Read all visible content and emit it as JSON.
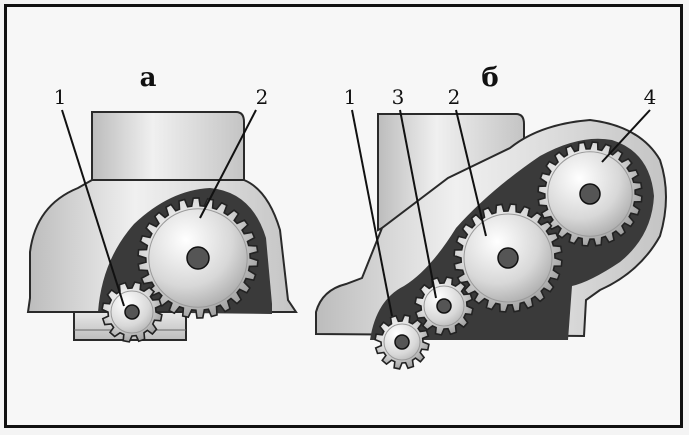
{
  "panels": [
    {
      "title": "а",
      "labels": [
        "1",
        "2"
      ]
    },
    {
      "title": "б",
      "labels": [
        "1",
        "3",
        "2",
        "4"
      ]
    }
  ],
  "colors": {
    "housing_fill": "#dcdcdc",
    "housing_edge": "#2a2a2a",
    "cavity": "#3a3a3a",
    "gear_light": "#f2f2f2",
    "gear_mid": "#bdbdbd",
    "hub": "#555555"
  }
}
